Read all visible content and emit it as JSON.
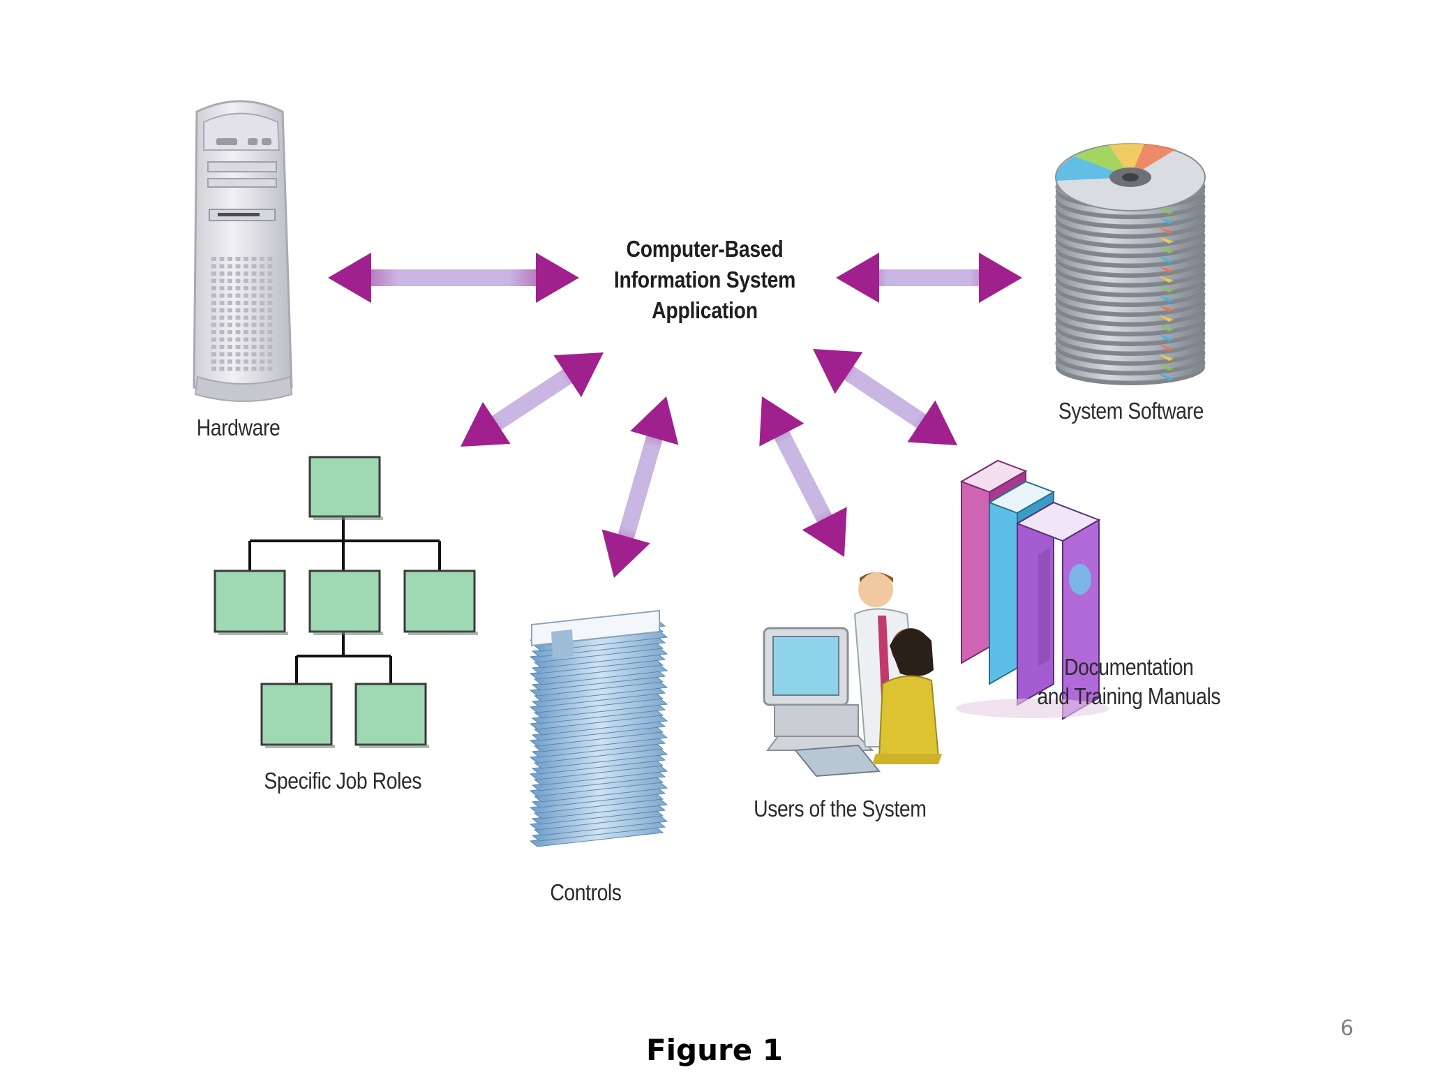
{
  "center": {
    "line1": "Computer-Based",
    "line2": "Information System",
    "line3": "Application"
  },
  "components": {
    "hardware": "Hardware",
    "system_software": "System Software",
    "job_roles": "Specific Job Roles",
    "controls": "Controls",
    "users": "Users of the System",
    "documentation_line1": "Documentation",
    "documentation_line2": "and Training Manuals"
  },
  "caption": "Figure 1",
  "page_number": "6",
  "colors": {
    "arrow_head": "#a0208e",
    "arrow_shaft": "#c9b6e2",
    "org_box": "#9ed9b4",
    "disc": "#c2c6cc",
    "book_pink": "#c24aa6",
    "book_blue": "#4bb6de",
    "book_purple": "#9a4fc4"
  }
}
